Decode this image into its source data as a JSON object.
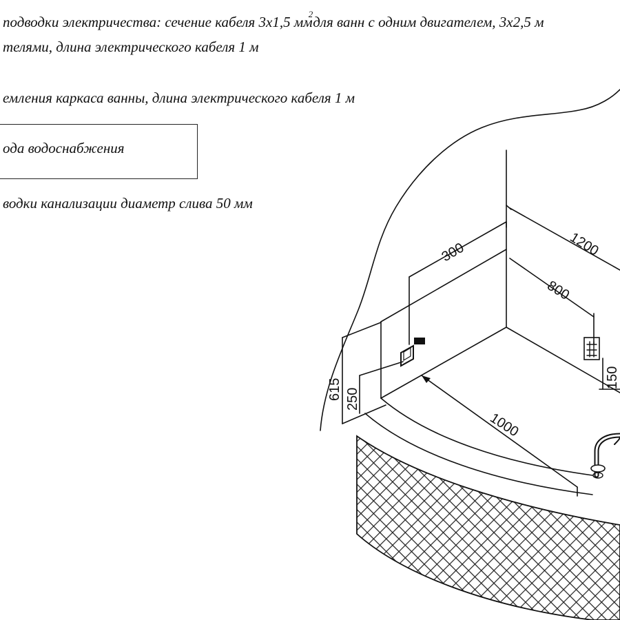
{
  "notes": {
    "electric_line1": "подводки электричества: сечение кабеля 3х1,5 мм",
    "electric_sup": "2",
    "electric_line1_tail": "для ванн с одним двигателем, 3х2,5 м",
    "electric_line2": "телями, длина электрического кабеля 1 м",
    "grounding": "емления каркаса ванны, длина электрического кабеля 1 м",
    "water": "ода водоснабжения",
    "drain": "водки канализации диаметр слива 50 мм"
  },
  "dimensions": {
    "d300": "300",
    "d1200": "1200",
    "d800": "800",
    "d615": "615",
    "d250": "250",
    "d1000": "1000",
    "d150": "150"
  },
  "colors": {
    "line": "#111111",
    "background": "#ffffff"
  }
}
